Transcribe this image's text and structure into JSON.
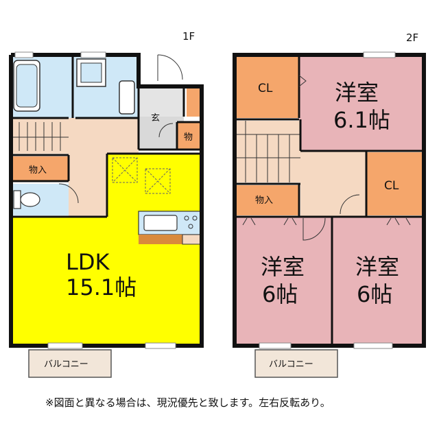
{
  "floors": {
    "first": {
      "label": "1F",
      "rooms": {
        "ldk_name": "LDK",
        "ldk_size": "15.1帖",
        "entrance": "玄",
        "storage_small": "物",
        "storage": "物入",
        "balcony": "バルコニー"
      }
    },
    "second": {
      "label": "2F",
      "rooms": {
        "western_a_name": "洋室",
        "western_a_size": "6.1帖",
        "closet_a": "CL",
        "closet_b": "CL",
        "storage": "物入",
        "western_b_name": "洋室",
        "western_b_size": "6帖",
        "western_c_name": "洋室",
        "western_c_size": "6帖",
        "balcony": "バルコニー"
      }
    }
  },
  "footnote": "※図面と異なる場合は、現況優先と致します。左右反転あり。",
  "colors": {
    "ldk": "#ffff00",
    "western_room": "#e8b4b8",
    "closet": "#f5a66b",
    "hall": "#f5d9c2",
    "wet_area": "#cfe8f7",
    "entrance": "#d9d9d9",
    "kitchen_counter": "#d98a3d",
    "balcony": "#f2e6d9",
    "wall": "#111111"
  }
}
